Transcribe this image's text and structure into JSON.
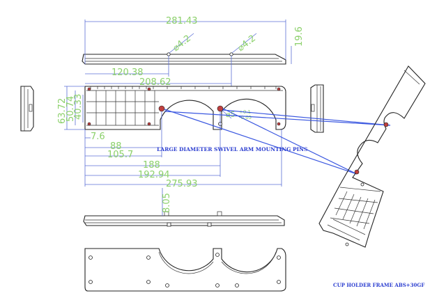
{
  "dimensions": {
    "overall_length_top": "281.43",
    "hole_dia_left": "⌀4.2",
    "hole_dia_right": "⌀4.2",
    "height_top": "19.6",
    "hole_pos_1": "120.38",
    "hole_pos_2": "208.62",
    "width_overall": "63.72",
    "width_mid": "50.74",
    "width_inner": "40.33",
    "offset_small": "7.6",
    "pin_dist_1": "88",
    "pin_dist_2": "105.7",
    "pin_dist_3": "188",
    "pin_dist_4": "192.94",
    "overall_length_front": "275.93",
    "side_height": "8.05",
    "pin_dia": "⌀5",
    "pin_tol_plus": "+0.1",
    "pin_tol_minus": "-0.05"
  },
  "notes": {
    "pins_label": "LARGE DIAMETER SWIVEL ARM MOUNTING PINS",
    "part_label": "CUP HOLDER FRAME ABS+30GF"
  },
  "colors": {
    "outline": "#222222",
    "dimension_lines": "#5b6fd6",
    "dimension_text": "#8bd06a",
    "leader_arrows": "#3a57e0",
    "note_text": "#2d3fd0"
  }
}
